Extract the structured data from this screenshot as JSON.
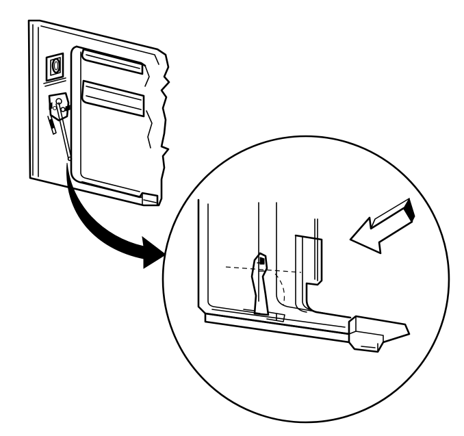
{
  "diagram": {
    "parts": [
      {
        "id": "door-panel",
        "kind": "line-art"
      },
      {
        "id": "door-handle",
        "kind": "line-art"
      },
      {
        "id": "latch-mechanism",
        "kind": "line-art"
      },
      {
        "id": "latch-rod",
        "kind": "line-art"
      },
      {
        "id": "detail-callout-arrow",
        "kind": "curved-arrow"
      },
      {
        "id": "detail-magnifier-circle",
        "kind": "circle"
      },
      {
        "id": "detail-lower-channel",
        "kind": "line-art"
      },
      {
        "id": "detail-rod-bracket",
        "kind": "line-art"
      },
      {
        "id": "detail-pointer-arrow",
        "kind": "block-arrow"
      }
    ],
    "colors": {
      "ink": "#000000",
      "paper": "#ffffff"
    }
  }
}
